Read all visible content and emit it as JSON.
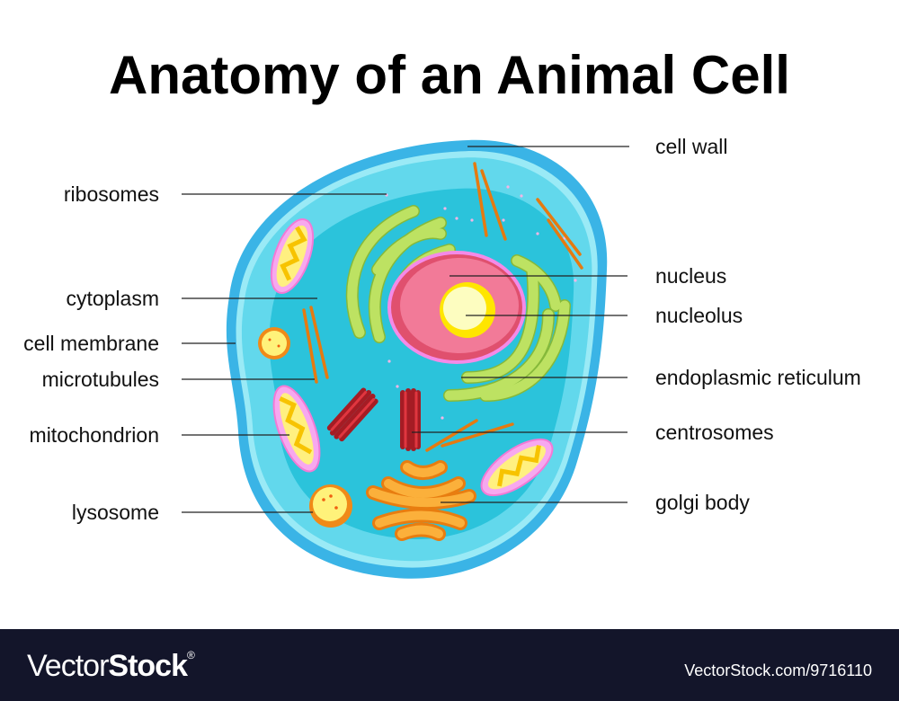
{
  "title": "Anatomy of an Animal Cell",
  "labels_left": {
    "ribosomes": "ribosomes",
    "cytoplasm": "cytoplasm",
    "cell_membrane": "cell membrane",
    "microtubules": "microtubules",
    "mitochondrion": "mitochondrion",
    "lysosome": "lysosome"
  },
  "labels_right": {
    "cell_wall": "cell wall",
    "nucleus": "nucleus",
    "nucleolus": "nucleolus",
    "endoplasmic_reticulum": "endoplasmic reticulum",
    "centrosomes": "centrosomes",
    "golgi_body": "golgi body"
  },
  "footer": {
    "logo_light": "Vector",
    "logo_bold": "Stock",
    "logo_reg": "®",
    "url": "VectorStock.com/9716110"
  },
  "colors": {
    "cell_wall": "#3ab4e6",
    "cytoplasm": "#2ec4dd",
    "nucleus": "#ee6a8c",
    "nucleolus": "#ffe600",
    "er": "#bde262",
    "golgi": "#fbb03b",
    "footer_bg": "#13152a"
  }
}
